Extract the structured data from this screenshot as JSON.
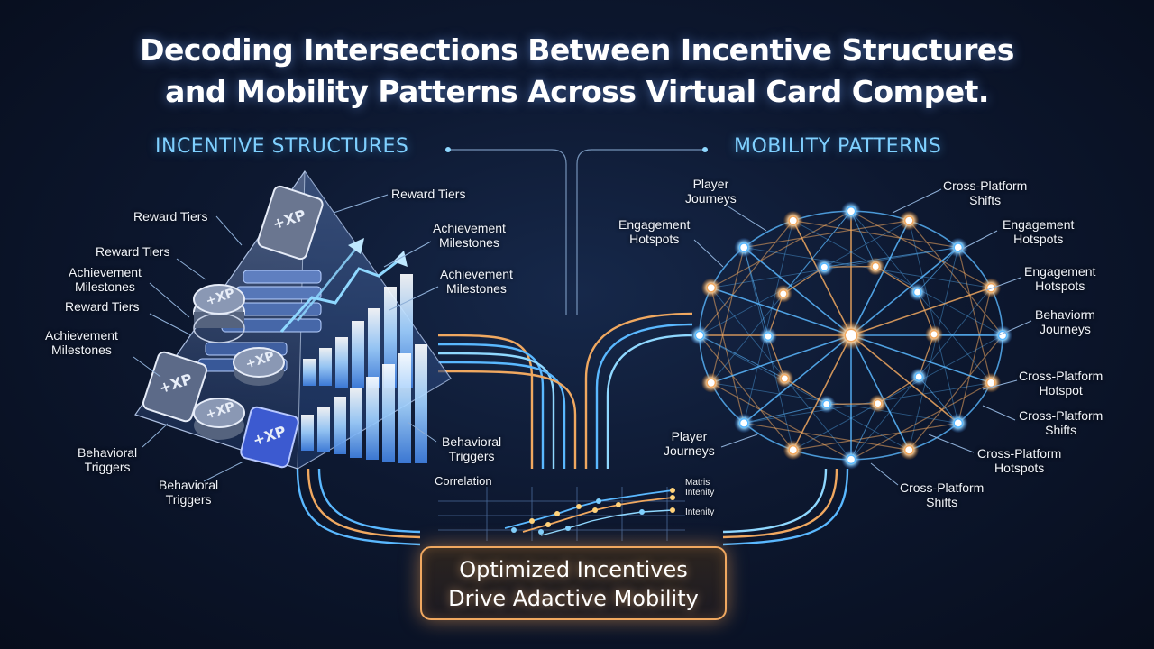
{
  "title": {
    "line1": "Decoding Intersections Between Incentive Structures",
    "line2": "and Mobility Patterns Across Virtual Card Compet."
  },
  "sections": {
    "incentive": "INCENTIVE STRUCTURES",
    "mobility": "MOBILITY PATTERNS"
  },
  "left_labels": {
    "reward_tiers_1": "Reward Tiers",
    "reward_tiers_2": "Reward Tiers",
    "reward_tiers_3": "Reward Tiers",
    "reward_tiers_4": "Reward Tiers",
    "achievement_1a": "Achievement",
    "achievement_1b": "Milestones",
    "achievement_2a": "Achievement",
    "achievement_2b": "Milestones",
    "achievement_3a": "Achievement",
    "achievement_3b": "Milestones",
    "achievement_4a": "Achievement",
    "achievement_4b": "Milestones",
    "behavioral_1a": "Behavioral",
    "behavioral_1b": "Triggers",
    "behavioral_2a": "Behavioral",
    "behavioral_2b": "Triggers",
    "behavioral_3a": "Behavioral",
    "behavioral_3b": "Triggers"
  },
  "xp_text": "+XP",
  "right_labels": {
    "player_journeys_1a": "Player",
    "player_journeys_1b": "Journeys",
    "engagement_1a": "Engagement",
    "engagement_1b": "Hotspots",
    "cross_1a": "Cross-Platform",
    "cross_1b": "Shifts",
    "engagement_2a": "Engagement",
    "engagement_2b": "Hotspots",
    "engagement_3a": "Engagement",
    "engagement_3b": "Hotspots",
    "behaviorm_a": "Behaviorm",
    "behaviorm_b": "Journeys",
    "cross_2a": "Cross-Platform",
    "cross_2b": "Hotspot",
    "cross_3a": "Cross-Platform",
    "cross_3b": "Shifts",
    "cross_4a": "Cross-Platform",
    "cross_4b": "Hotspots",
    "player_journeys_2a": "Player",
    "player_journeys_2b": "Journeys",
    "cross_5a": "Cross-Platform",
    "cross_5b": "Shifts"
  },
  "correlation": {
    "label": "Correlation",
    "legend_1a": "Matris",
    "legend_1b": "Intenity",
    "legend_2": "Intenity"
  },
  "banner": {
    "line1": "Optimized Incentives",
    "line2": "Drive Adactive Mobility"
  },
  "colors": {
    "blue_glow": "#5ab8ff",
    "orange_glow": "#f0a860",
    "background": "#0d1830"
  }
}
